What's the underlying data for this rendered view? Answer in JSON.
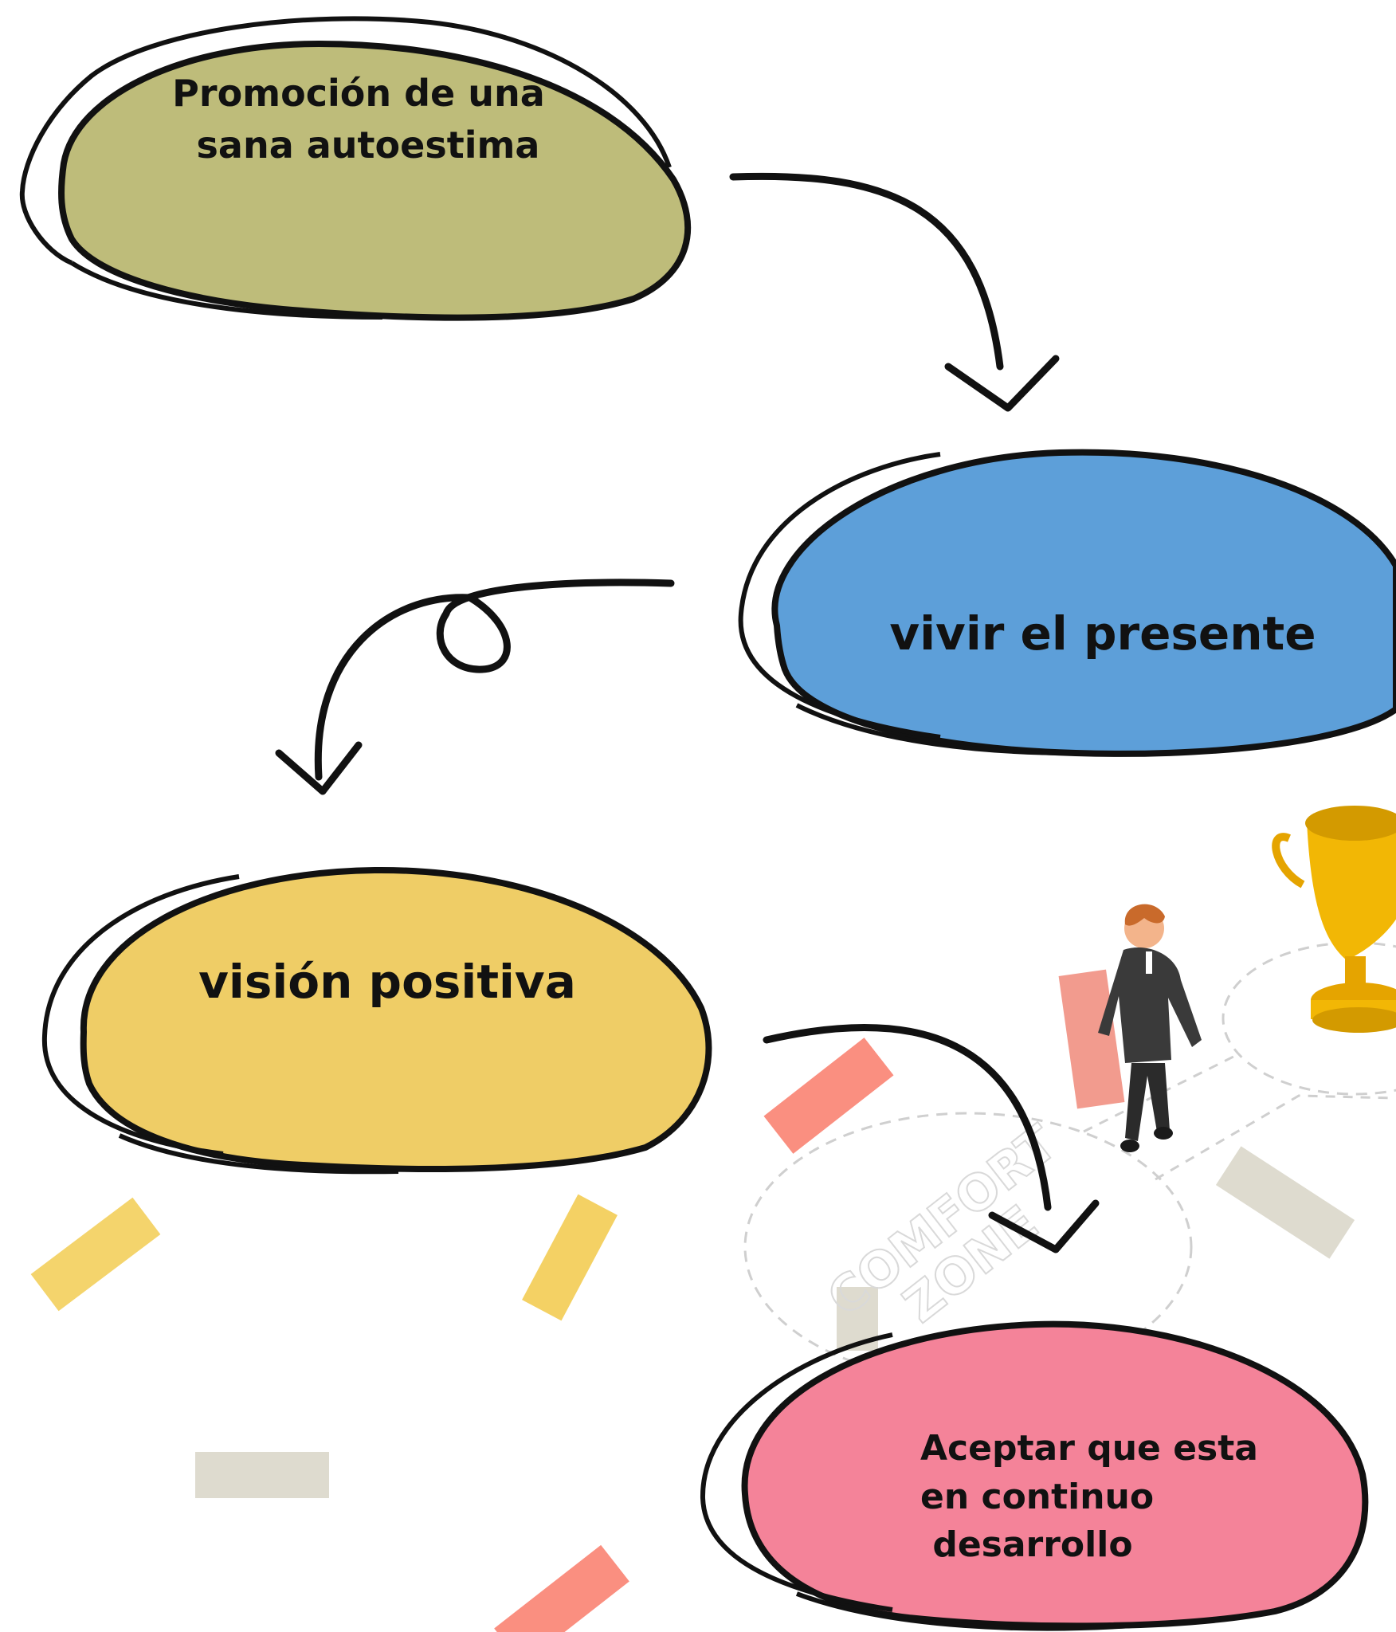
{
  "nodes": [
    {
      "id": "n1",
      "lines": [
        "Promoción de una",
        "sana autoestima"
      ]
    },
    {
      "id": "n2",
      "lines": [
        "vivir el presente"
      ]
    },
    {
      "id": "n3",
      "lines": [
        "visión positiva"
      ]
    },
    {
      "id": "n4",
      "lines": [
        "Aceptar que esta",
        "en continuo",
        " desarrollo"
      ]
    }
  ],
  "colors": {
    "olive": "#bebc7a",
    "blue": "#5d9fd9",
    "yellow": "#efcd66",
    "pink": "#f48399",
    "outline": "#111111",
    "confetti_yellow": "#f3cf5c",
    "confetti_salmon": "#fa8f80",
    "confetti_grey": "#dedbcf",
    "trophy_gold": "#f2b705",
    "suit": "#3a3a3a",
    "hair": "#c96a2b"
  },
  "illustration": {
    "watermark_line1": "COMFORT",
    "watermark_line2": "ZONE",
    "icons": [
      "trophy-icon",
      "businessman-icon"
    ]
  }
}
